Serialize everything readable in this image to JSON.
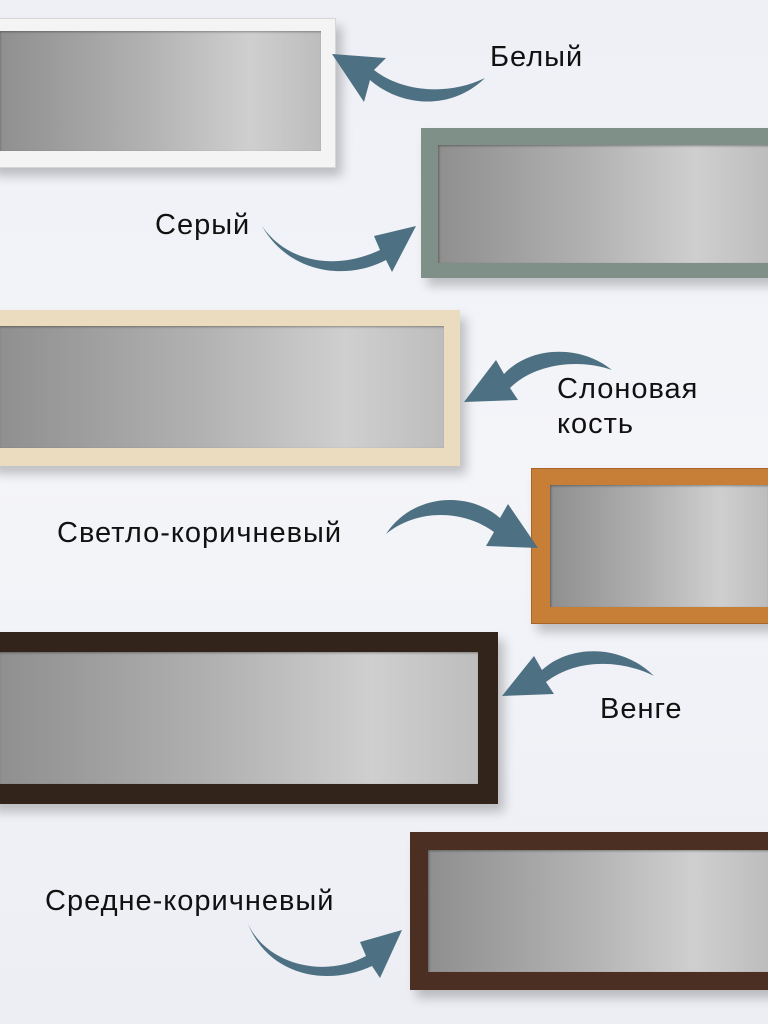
{
  "labels": {
    "white": "Белый",
    "gray": "Серый",
    "ivory_line1": "Слоновая",
    "ivory_line2": "кость",
    "light_brown": "Светло-коричневый",
    "wenge": "Венге",
    "medium_brown": "Средне-коричневый"
  },
  "colors": {
    "white": "#f3f3f3",
    "gray": "#7f9088",
    "ivory": "#ecdcbf",
    "light_brown": "#c77f37",
    "wenge": "#33241b",
    "medium_brown": "#4a2f22",
    "arrow": "#4d7182"
  },
  "icons": [
    "curved-arrow-icon"
  ]
}
